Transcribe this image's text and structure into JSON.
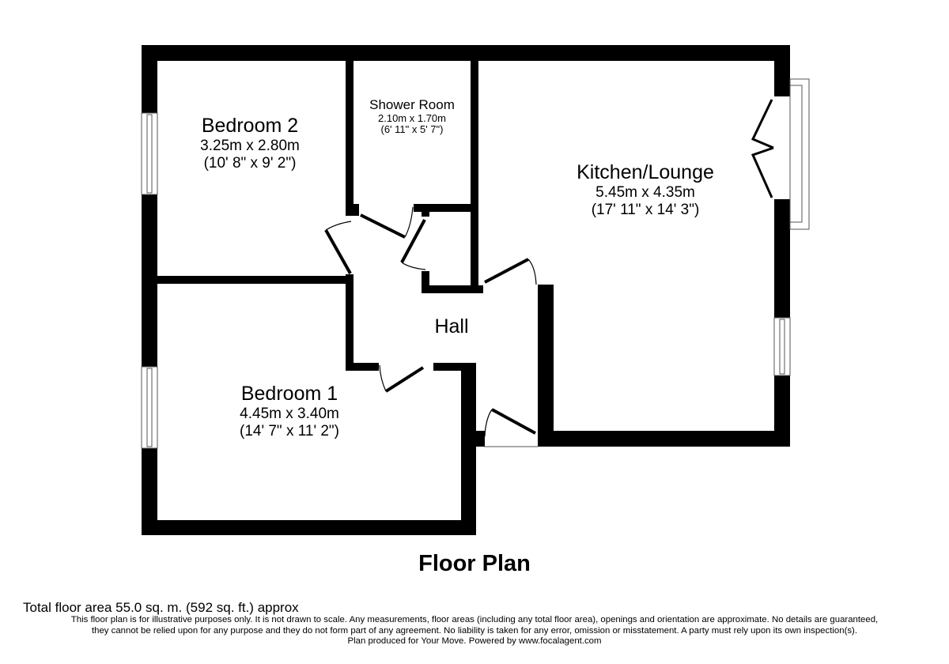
{
  "plan": {
    "title": "Floor Plan",
    "wall_color": "#000000",
    "background": "#ffffff",
    "rooms": [
      {
        "name": "Bedroom 2",
        "metric": "3.25m x 2.80m",
        "imperial": "(10' 8\" x 9' 2\")"
      },
      {
        "name": "Shower Room",
        "metric": "2.10m x 1.70m",
        "imperial": "(6' 11\" x 5' 7\")"
      },
      {
        "name": "Kitchen/Lounge",
        "metric": "5.45m x 4.35m",
        "imperial": "(17' 11\" x 14' 3\")"
      },
      {
        "name": "Hall"
      },
      {
        "name": "Bedroom 1",
        "metric": "4.45m x 3.40m",
        "imperial": "(14' 7\" x 11' 2\")"
      }
    ]
  },
  "footer": {
    "total_area": "Total floor area 55.0 sq. m. (592 sq. ft.) approx",
    "disclaimer_lines": [
      "This floor plan is for illustrative purposes only. It is not drawn to scale. Any measurements, floor areas (including any total floor area), openings and orientation are approximate. No details are guaranteed,",
      "they cannot be relied upon for any purpose and they do not form part of any agreement. No liability is taken for any error, omission or misstatement. A party must rely upon its own inspection(s).",
      "Plan produced for Your Move. Powered by www.focalagent.com"
    ]
  }
}
